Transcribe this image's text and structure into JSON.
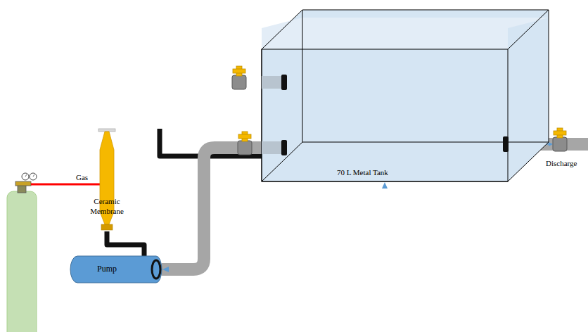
{
  "diagram": {
    "nodes": [
      {
        "text": [
          "70 L Metal Tank"
        ]
      },
      {
        "text": [
          "Ceramic Membrane"
        ]
      },
      {
        "text": [
          "Pump"
        ]
      }
    ],
    "edges": [
      {
        "from": 1,
        "to": 0,
        "arrow": "to"
      },
      {
        "from": 0,
        "to": 2,
        "arrow": "to"
      },
      {
        "from": 2,
        "to": 1,
        "arrow": "none"
      }
    ],
    "labels": [
      "Gas",
      "Discharge"
    ]
  }
}
